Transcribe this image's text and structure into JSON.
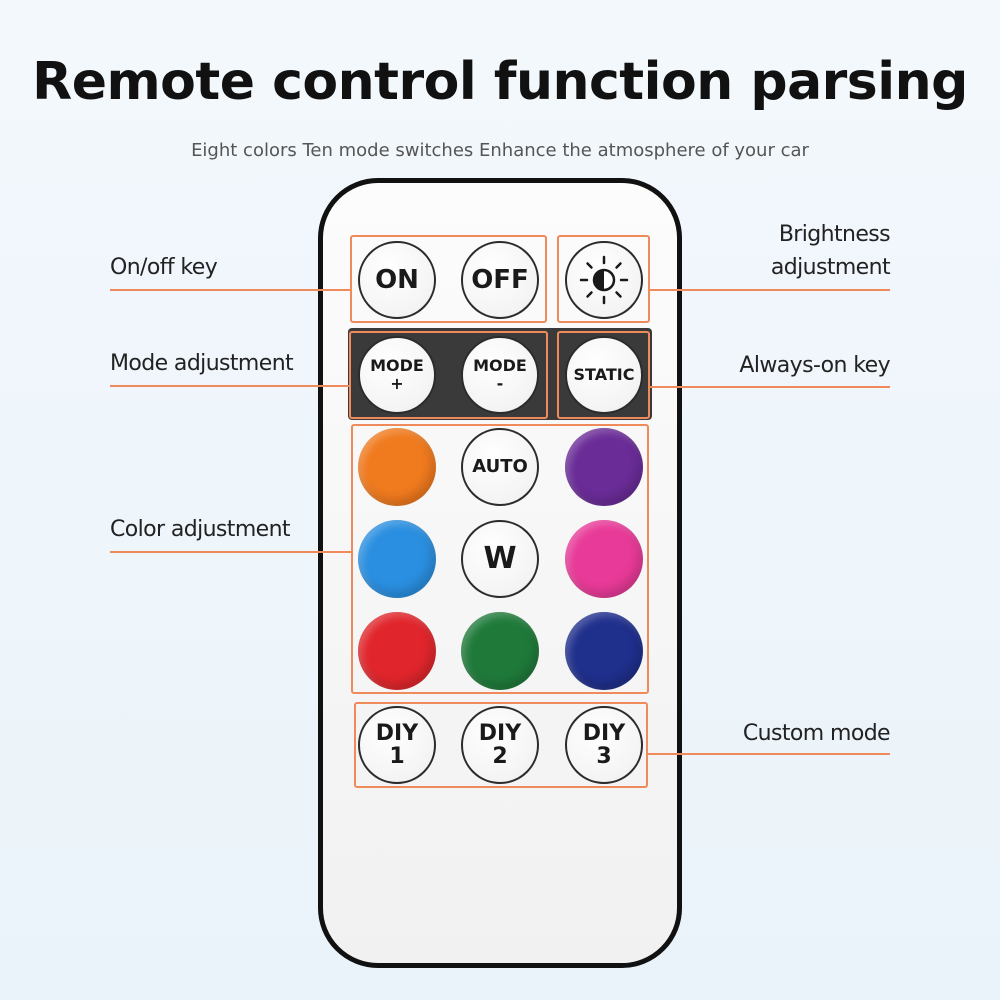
{
  "title": "Remote control function parsing",
  "subtitle": "Eight colors Ten mode switches Enhance the atmosphere of your car",
  "labels": {
    "on_off": "On/off key",
    "brightness_line1": "Brightness",
    "brightness_line2": "adjustment",
    "mode": "Mode adjustment",
    "always_on": "Always-on key",
    "color": "Color adjustment",
    "custom": "Custom mode"
  },
  "buttons": {
    "on": "ON",
    "off": "OFF",
    "mode_plus_top": "MODE",
    "mode_plus_bottom": "+",
    "mode_minus_top": "MODE",
    "mode_minus_bottom": "-",
    "static": "STATIC",
    "auto": "AUTO",
    "w": "W",
    "diy1_top": "DIY",
    "diy1_bottom": "1",
    "diy2_top": "DIY",
    "diy2_bottom": "2",
    "diy3_top": "DIY",
    "diy3_bottom": "3"
  },
  "colors": {
    "accent_line": "#ef8a5a",
    "orange": "#f07a1e",
    "purple": "#6a2c97",
    "blue": "#2a8fe0",
    "pink": "#e83a98",
    "red": "#e0262c",
    "green": "#1f7a3a",
    "navy": "#1f2f8c"
  }
}
